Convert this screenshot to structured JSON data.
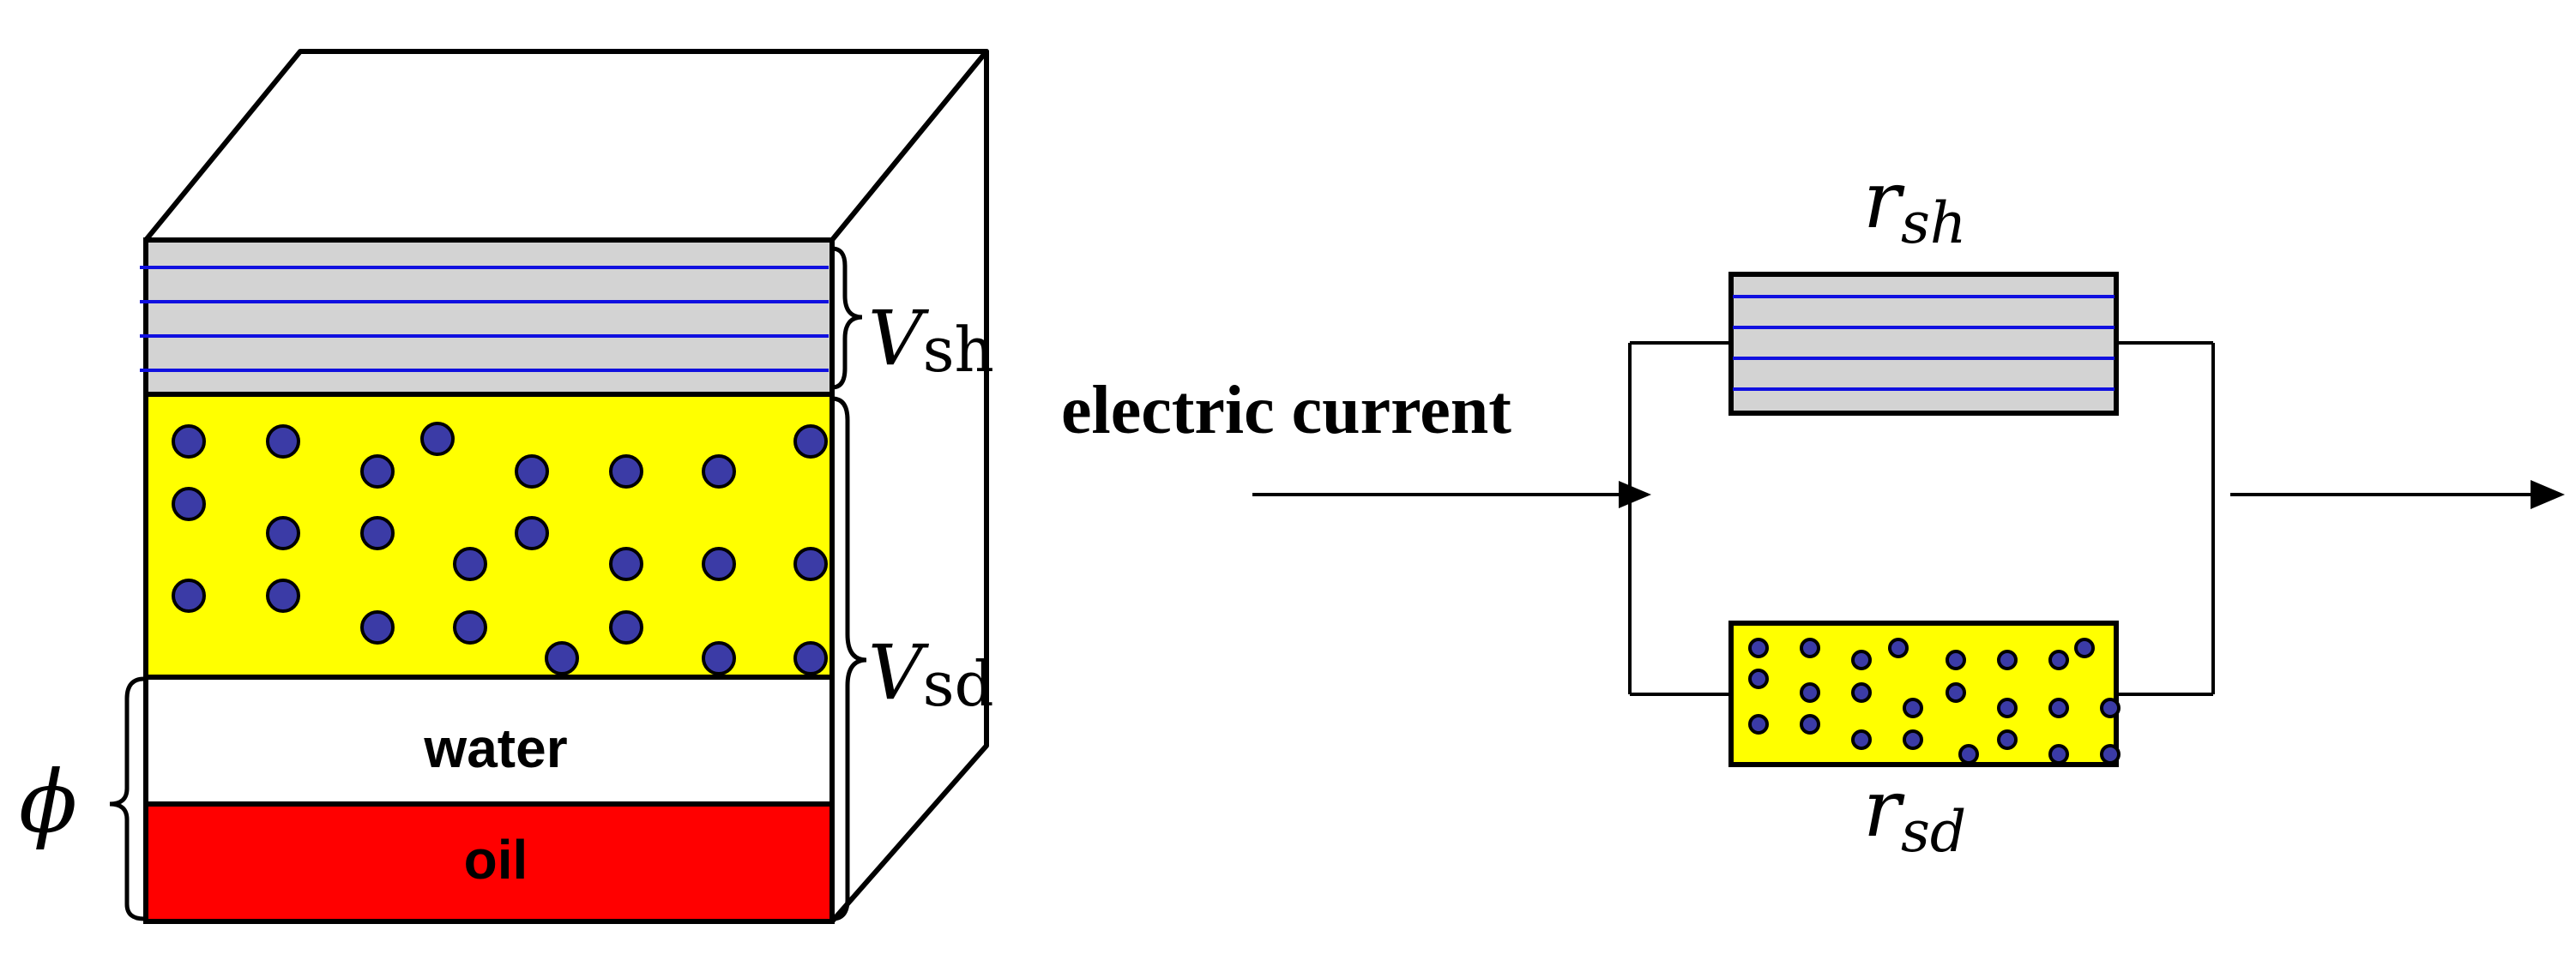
{
  "block": {
    "water_label": "water",
    "oil_label": "oil",
    "porosity_symbol": "ϕ",
    "vsh_symbol": "V",
    "vsh_subscript": "sh",
    "vsd_symbol": "V",
    "vsd_subscript": "sd"
  },
  "circuit": {
    "current_label": "electric current",
    "rsh_symbol": "r",
    "rsh_subscript": "sh",
    "rsd_symbol": "r",
    "rsd_subscript": "sd"
  },
  "colors": {
    "shale_fill": "#d3d3d3",
    "shale_lines": "#1010e0",
    "sand_fill": "#ffff00",
    "grain_fill": "#3b3ba6",
    "oil_fill": "#ff0000",
    "water_fill": "#ffffff",
    "stroke": "#000000"
  }
}
